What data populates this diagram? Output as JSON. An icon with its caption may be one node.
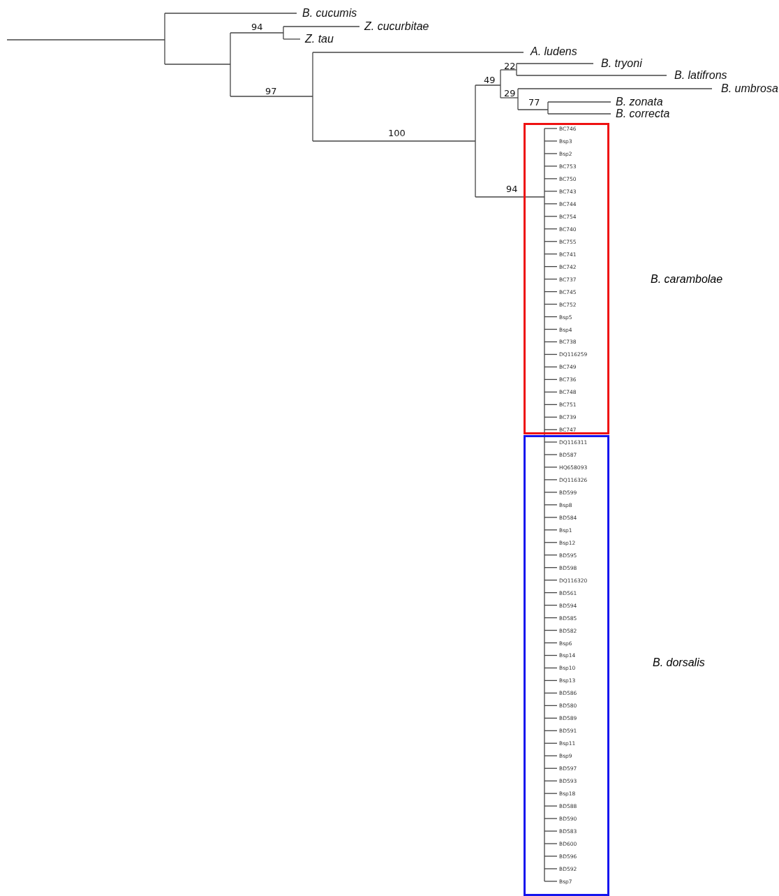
{
  "diagram": {
    "nodes": [
      {
        "text": [
          "BC746",
          "Bsp3",
          "Bsp2",
          "BC753",
          "BC750",
          "BC743",
          "BC744",
          "BC754",
          "BC740",
          "BC755",
          "BC741",
          "BC742",
          "BC737",
          "BC745",
          "BC752",
          "Bsp5",
          "Bsp4",
          "BC738",
          "DQ116259",
          "BC749",
          "BC736",
          "BC748",
          "BC751",
          "BC739",
          "BC747"
        ],
        "beside": [
          "B. carambolae"
        ]
      },
      {
        "text": [
          "DQ116311",
          "BD587",
          "HQ658093",
          "DQ116326",
          "BD599",
          "Bsp8",
          "BD584",
          "Bsp1",
          "Bsp12",
          "BD595",
          "BD598",
          "DQ116320",
          "BD561",
          "BD594",
          "BD585",
          "BD582",
          "Bsp6",
          "Bsp14",
          "Bsp10",
          "Bsp13",
          "BD586",
          "BD580",
          "BD589",
          "BD591",
          "Bsp11",
          "Bsp9",
          "BD597",
          "BD593",
          "Bsp18",
          "BD588",
          "BD590",
          "BD583",
          "BD600",
          "BD596",
          "BD592",
          "Bsp7"
        ],
        "beside": [
          "B. dorsalis"
        ]
      }
    ],
    "labels": [
      "B. cucumis",
      "94",
      "Z. cucurbitae",
      "Z. tau",
      "A. ludens",
      "22",
      "B. tryoni",
      "49",
      "B. latifrons",
      "B. umbrosa",
      "29",
      "97",
      "77",
      "B. zonata",
      "B. correcta",
      "100",
      "94"
    ]
  }
}
